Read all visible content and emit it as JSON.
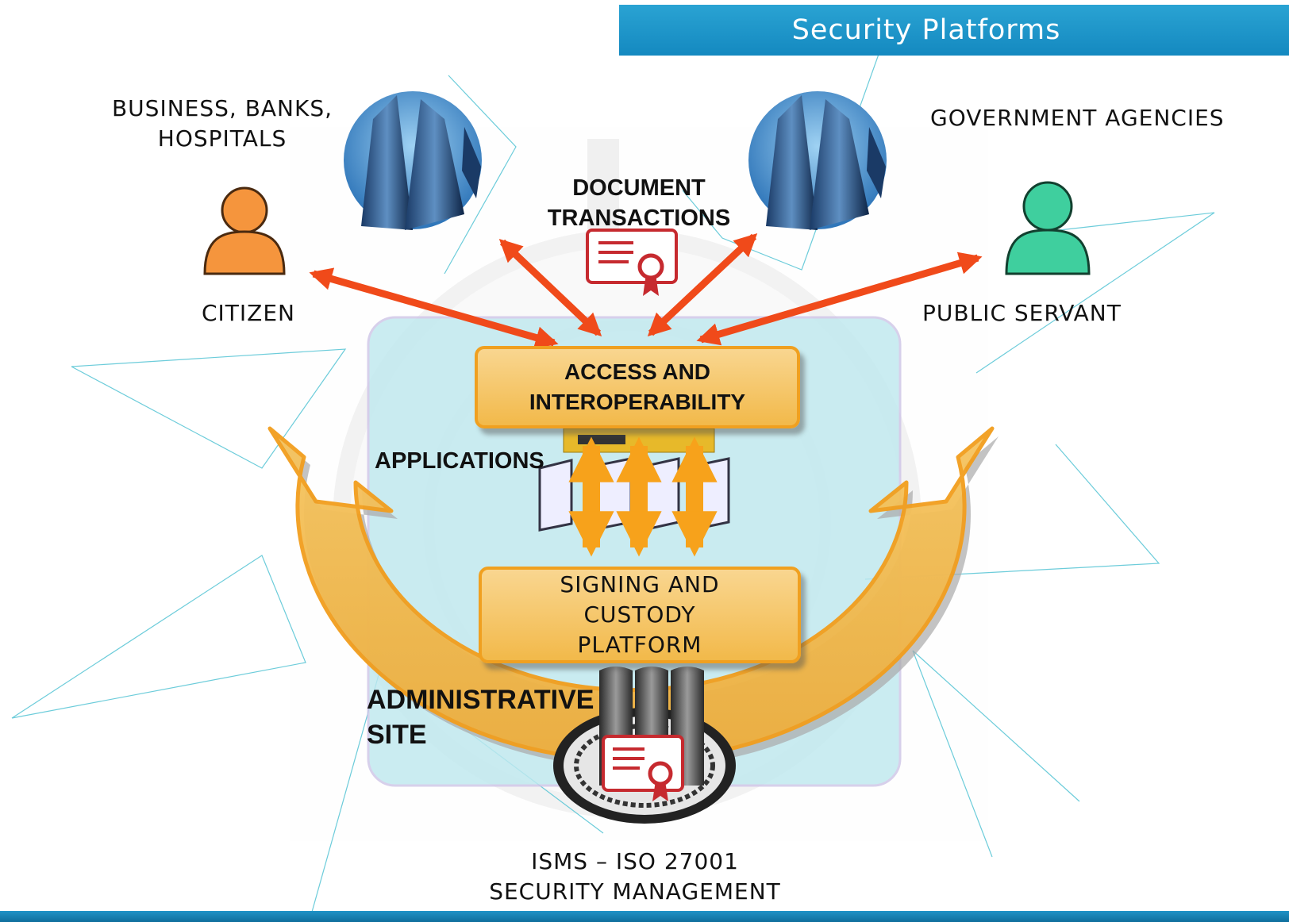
{
  "header": {
    "title": "Security Platforms"
  },
  "actors": {
    "business": "BUSINESS, BANKS,\nHOSPITALS",
    "government": "GOVERNMENT AGENCIES",
    "citizen": "CITIZEN",
    "public_servant": "PUBLIC SERVANT"
  },
  "labels": {
    "document_transactions": "DOCUMENT\nTRANSACTIONS",
    "access": "ACCESS AND\nINTEROPERABILITY",
    "applications": "APPLICATIONS",
    "signing": "SIGNING AND\nCUSTODY\nPLATFORM",
    "admin_site": "ADMINISTRATIVE\nSITE",
    "isms": "ISMS – ISO 27001\nSECURITY MANAGEMENT"
  },
  "colors": {
    "header_blue": "#1a95c9",
    "arrow_red": "#f04a1a",
    "arrow_orange": "#f7a21b",
    "ring_fill": "#f3b849",
    "ring_stroke": "#f29e1d",
    "citizen_orange": "#f5953d",
    "servant_green": "#3fcf9e",
    "panel_cyan": "#bfe9ef",
    "certificate_red": "#c62a2f"
  },
  "icons": [
    "person-icon",
    "building-photo-icon",
    "certificate-icon",
    "server-icon",
    "gateway-icon",
    "seal-icon"
  ]
}
